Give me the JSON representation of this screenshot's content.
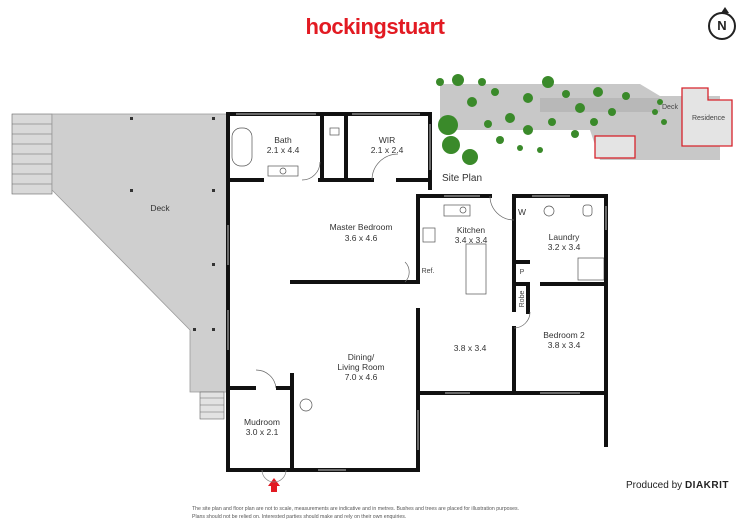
{
  "brand": {
    "logo_text": "hockingstuart",
    "credit_prefix": "Produced by",
    "credit_brand": "DIAKRIT"
  },
  "compass": {
    "label": "N"
  },
  "site_plan": {
    "title": "Site Plan",
    "deck_label": "Deck",
    "residence_label": "Residence"
  },
  "rooms": {
    "bath": {
      "name": "Bath",
      "dims": "2.1 x 4.4"
    },
    "wir": {
      "name": "WIR",
      "dims": "2.1 x 2.4"
    },
    "deck": {
      "name": "Deck"
    },
    "master_bedroom": {
      "name": "Master Bedroom",
      "dims": "3.6 x 4.6"
    },
    "kitchen": {
      "name": "Kitchen",
      "dims": "3.4 x 3.4"
    },
    "laundry": {
      "name": "Laundry",
      "dims": "3.2 x 3.4"
    },
    "laundry_w": {
      "name": "W"
    },
    "ref": {
      "name": "Ref."
    },
    "pantry": {
      "name": "P"
    },
    "robe": {
      "name": "Robe"
    },
    "dining": {
      "name_line1": "Dining/",
      "name_line2": "Living Room",
      "dims": "7.0 x 4.6"
    },
    "room_38": {
      "dims": "3.8 x 3.4"
    },
    "bedroom2": {
      "name": "Bedroom 2",
      "dims": "3.8 x 3.4"
    },
    "mudroom": {
      "name": "Mudroom",
      "dims": "3.0 x 2.1"
    }
  },
  "disclaimer": {
    "line1": "The site plan and floor plan are not to scale, measurements are indicative and in metres. Bushes and trees are placed for illustration purposes.",
    "line2": "Plans should not be relied on. Interested parties should make and rely on their own enquiries."
  },
  "colors": {
    "brand_red": "#e21a22",
    "deck_grey": "#cfcfcf",
    "wall": "#111111",
    "tree_green": "#3a8a2a",
    "residence_outline": "#d6242c"
  }
}
